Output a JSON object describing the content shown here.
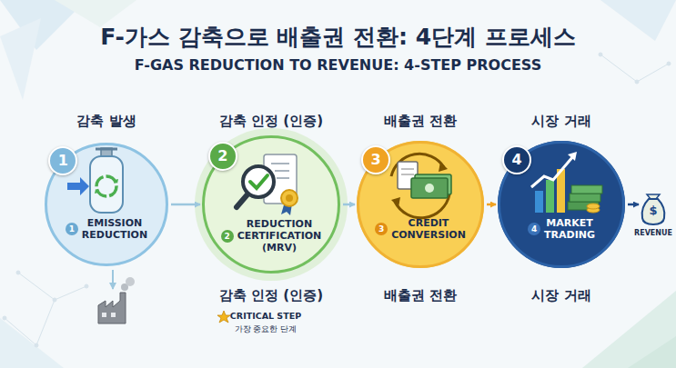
{
  "diagram": {
    "title": "F-가스 감축으로 배출권 전환: 4단계 프로세스",
    "nodes": [
      {
        "text": [
          "감축 발생",
          "1",
          "1",
          "EMISSION REDUCTION"
        ]
      },
      {
        "text": [
          "감축 인정 (인증)",
          "2",
          "2",
          "REDUCTION CERTIFICATION (MRV)",
          "감축 인정 (인증)"
        ]
      },
      {
        "text": [
          "배출권 전환",
          "3",
          "3",
          "CREDIT CONVERSION",
          "배출권 전환"
        ]
      },
      {
        "text": [
          "시장 거래",
          "4",
          "4",
          "MARKET TRADING",
          "시장 거래"
        ]
      },
      {
        "text": [
          "$",
          "REVENUE"
        ]
      }
    ],
    "edges": [
      {
        "from": 0,
        "to": 1,
        "arrow": "to"
      },
      {
        "from": 1,
        "to": 2,
        "arrow": "to"
      },
      {
        "from": 2,
        "to": 3,
        "arrow": "to"
      },
      {
        "from": 3,
        "to": 4,
        "arrow": "to"
      }
    ],
    "labels": [
      "F-GAS REDUCTION TO REVENUE: 4-STEP PROCESS",
      "CRITICAL STEP",
      "가장 중요한 단계"
    ]
  }
}
